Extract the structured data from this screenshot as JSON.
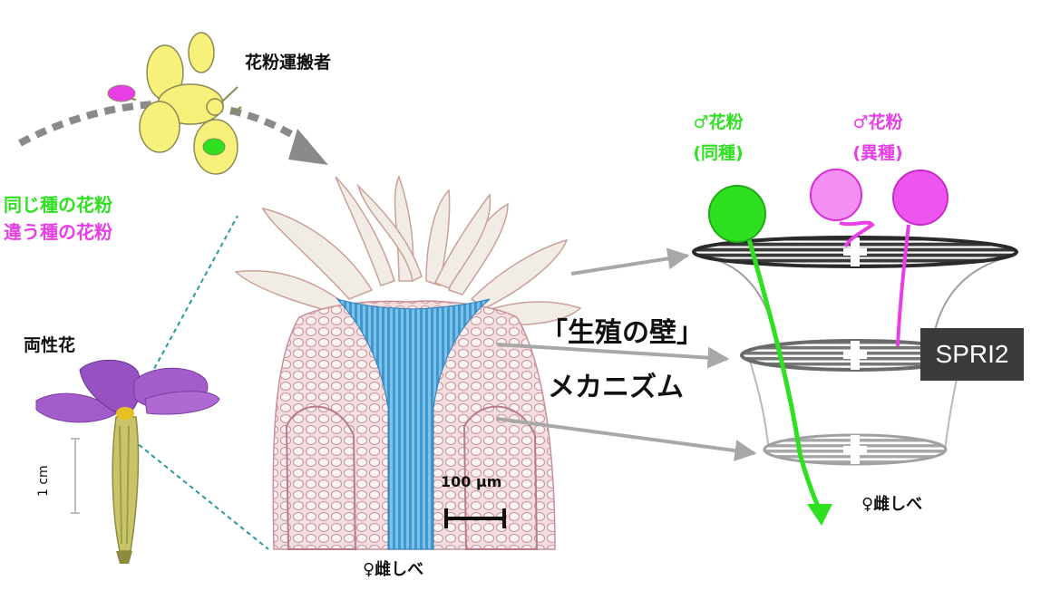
{
  "labels": {
    "pollinator": "花粉運搬者",
    "same_species": "同じ種の花粉",
    "different_species": "違う種の花粉",
    "flower": "両性花",
    "scale_flower": "1 cm",
    "scale_section": "100 µm",
    "pistil_left": "♀雌しべ",
    "pistil_right": "♀雌しべ",
    "mechanism_line1": "「生殖の壁」",
    "mechanism_line2": "メカニズム",
    "male_pollen_same_line1": "♂花粉",
    "male_pollen_same_line2": "(同種)",
    "male_pollen_diff_line1": "♂花粉",
    "male_pollen_diff_line2": "(異種)",
    "spri": "SPRI2"
  },
  "colors": {
    "same_pollen": "#2ee01f",
    "different_pollen": "#e83ee8",
    "bee": "#f7f07a",
    "petal": "#a35cc9",
    "tissue_blue": "#4aa3d6",
    "tissue_pink": "#d9a6ae",
    "arrow_gray": "#9a9a9a",
    "wall_dark": "#3a3a3a"
  }
}
